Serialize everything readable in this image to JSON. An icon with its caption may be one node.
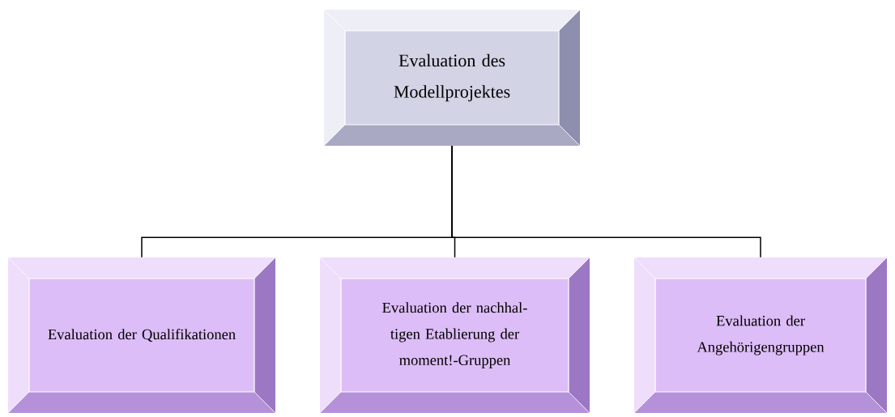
{
  "diagram": {
    "nodes": [
      {
        "text": [
          "Evaluation des Modellprojektes"
        ]
      },
      {
        "text": [
          "Evaluation der Qualifikationen"
        ]
      },
      {
        "text": [
          "Evaluation der nachhal-tigen Etablierung der moment!-Gruppen"
        ]
      },
      {
        "text": [
          "Evaluation der Angehörigengruppen"
        ]
      }
    ],
    "edges": [
      {
        "from": 0,
        "to": 1,
        "arrow": "none"
      },
      {
        "from": 0,
        "to": 2,
        "arrow": "none"
      },
      {
        "from": 0,
        "to": 3,
        "arrow": "none"
      }
    ]
  }
}
